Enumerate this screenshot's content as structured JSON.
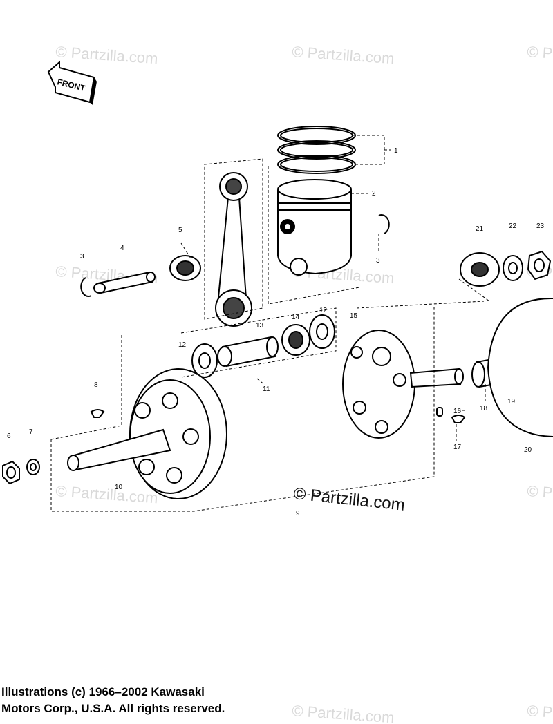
{
  "watermark": "© Partzilla.com",
  "main_watermark": "© Partzilla.com",
  "front_label": "FRONT",
  "callouts": {
    "c1": "1",
    "c2": "2",
    "c3a": "3",
    "c3b": "3",
    "c4": "4",
    "c5": "5",
    "c6": "6",
    "c7": "7",
    "c8": "8",
    "c9": "9",
    "c10": "10",
    "c11": "11",
    "c12a": "12",
    "c12b": "12",
    "c13": "13",
    "c14": "14",
    "c15": "15",
    "c16": "16",
    "c17": "17",
    "c18": "18",
    "c19": "19",
    "c20": "20",
    "c21": "21",
    "c22": "22",
    "c23": "23"
  },
  "copyright": {
    "line1": "Illustrations (c) 1966–2002 Kawasaki",
    "line2": "Motors Corp., U.S.A.  All rights reserved."
  }
}
